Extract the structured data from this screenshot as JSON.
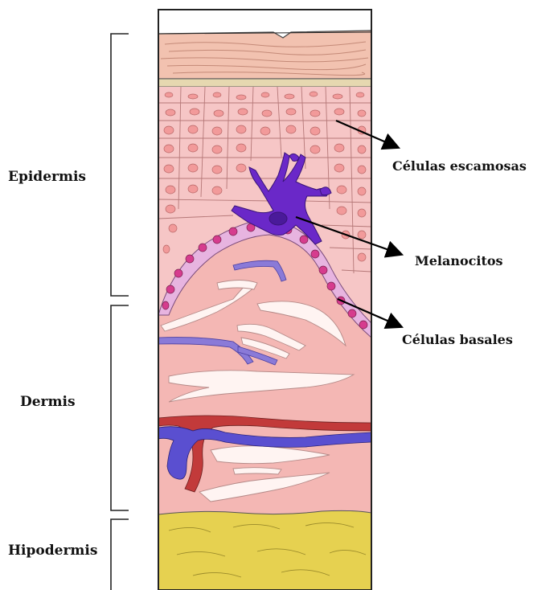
{
  "layers": [
    {
      "id": "epidermis",
      "label": "Epidermis"
    },
    {
      "id": "dermis",
      "label": "Dermis"
    },
    {
      "id": "hypodermis",
      "label": "Hipodermis"
    }
  ],
  "callouts": [
    {
      "id": "squamous",
      "label": "Células escamosas"
    },
    {
      "id": "melanocytes",
      "label": "Melanocitos"
    },
    {
      "id": "basal",
      "label": "Células basales"
    }
  ],
  "colors": {
    "stratum_corneum": "#f2c2b0",
    "stratum_lucidum": "#e6d8b0",
    "epidermis_cells": "#f6c6c6",
    "cell_nucleus": "#f29a9a",
    "basal_layer": "#e7b4e0",
    "basal_nucleus": "#d63c8e",
    "melanocyte": "#6a28c8",
    "dermis": "#f4b7b4",
    "collagen": "#fff4f2",
    "artery": "#c23a3a",
    "vein": "#5a4fd0",
    "hypodermis_fat": "#e6d150"
  }
}
